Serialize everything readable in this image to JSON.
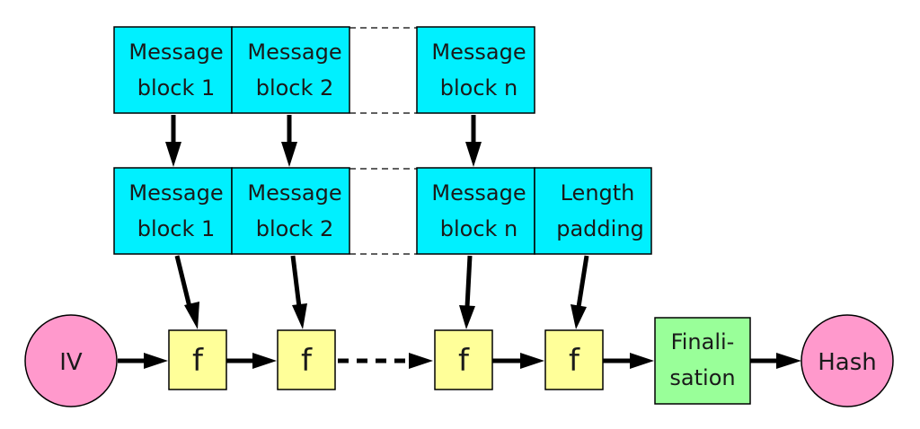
{
  "input_row": {
    "blocks": [
      {
        "line1": "Message",
        "line2": "block 1"
      },
      {
        "line1": "Message",
        "line2": "block 2"
      },
      {
        "line1": "Message",
        "line2": "block n"
      }
    ]
  },
  "padded_row": {
    "blocks": [
      {
        "line1": "Message",
        "line2": "block 1"
      },
      {
        "line1": "Message",
        "line2": "block 2"
      },
      {
        "line1": "Message",
        "line2": "block n"
      },
      {
        "line1": "Length",
        "line2": "padding"
      }
    ]
  },
  "chain": {
    "iv_label": "IV",
    "function_label": "f",
    "finalisation": {
      "line1": "Finali-",
      "line2": "sation"
    },
    "hash_label": "Hash"
  },
  "colors": {
    "block": "#00f0ff",
    "function": "#ffff99",
    "finalisation": "#99ff99",
    "endpoint": "#ff99cc"
  }
}
